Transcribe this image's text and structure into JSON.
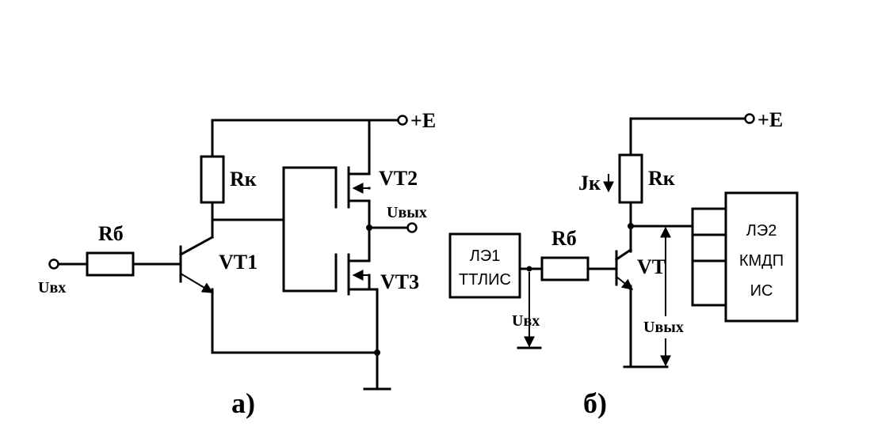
{
  "diagram_a": {
    "caption": "а)",
    "supply_label": "+E",
    "rk_label": "Rк",
    "rb_label": "Rб",
    "input_label": "Uвх",
    "output_label": "Uвых",
    "vt1_label": "VT1",
    "vt2_label": "VT2",
    "vt3_label": "VT3"
  },
  "diagram_b": {
    "caption": "б)",
    "supply_label": "+E",
    "jk_label": "Jк",
    "rk_label": "Rк",
    "rb_label": "Rб",
    "vt_label": "VT",
    "input_label": "Uвх",
    "output_label": "Uвых",
    "block1_line1": "ЛЭ1",
    "block1_line2": "ТТЛИС",
    "block2_line1": "ЛЭ2",
    "block2_line2": "КМДП",
    "block2_line3": "ИС"
  }
}
